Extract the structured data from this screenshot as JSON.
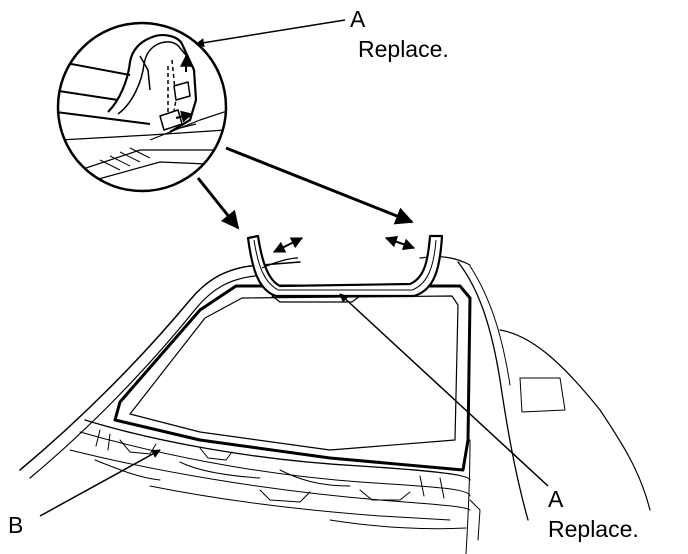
{
  "labels": {
    "top_callout_letter": "A",
    "top_callout_note": "Replace.",
    "bottom_callout_letter": "A",
    "bottom_callout_note": "Replace.",
    "sealant_letter": "B"
  },
  "colors": {
    "ink": "#000000",
    "paper": "#ffffff"
  },
  "icons": [
    "detail-magnifier-circle",
    "molding-removal-arrows",
    "leader-lines"
  ]
}
